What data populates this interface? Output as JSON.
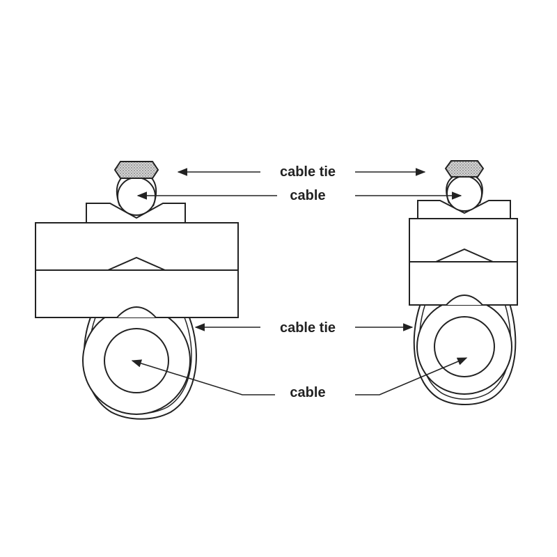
{
  "labels": {
    "top_cable_tie": "cable tie",
    "top_cable": "cable",
    "mid_cable_tie": "cable tie",
    "bottom_cable": "cable"
  },
  "colors": {
    "line": "#222222",
    "fill": "#ffffff",
    "stipple": "#bbbbbb"
  }
}
